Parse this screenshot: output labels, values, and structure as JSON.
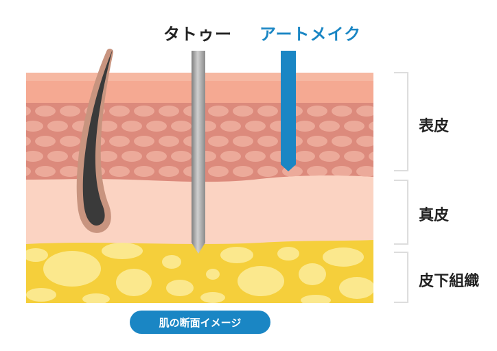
{
  "labels": {
    "tattoo": "タトゥー",
    "art_make": "アートメイク"
  },
  "layers": {
    "epidermis": "表皮",
    "dermis": "真皮",
    "subcutaneous": "皮下組織"
  },
  "caption": "肌の断面イメージ",
  "colors": {
    "text_dark": "#222222",
    "accent_blue": "#1a86c4",
    "caption_bg": "#1a86c4",
    "epidermis_top": "#f5a992",
    "epidermis_cells_bg": "#dc8a7c",
    "epidermis_cell": "#ecaa9a",
    "dermis": "#fbd3c2",
    "fat_bg": "#f5cf3b",
    "fat_blob": "#fbe88d",
    "hair": "#3a3a3a",
    "needle": "#9b9b9b",
    "bracket": "#dddddd"
  },
  "icons": {
    "hair": "hair-strand-icon",
    "needle": "tattoo-needle-icon",
    "art_make_needle": "art-make-needle-icon"
  }
}
